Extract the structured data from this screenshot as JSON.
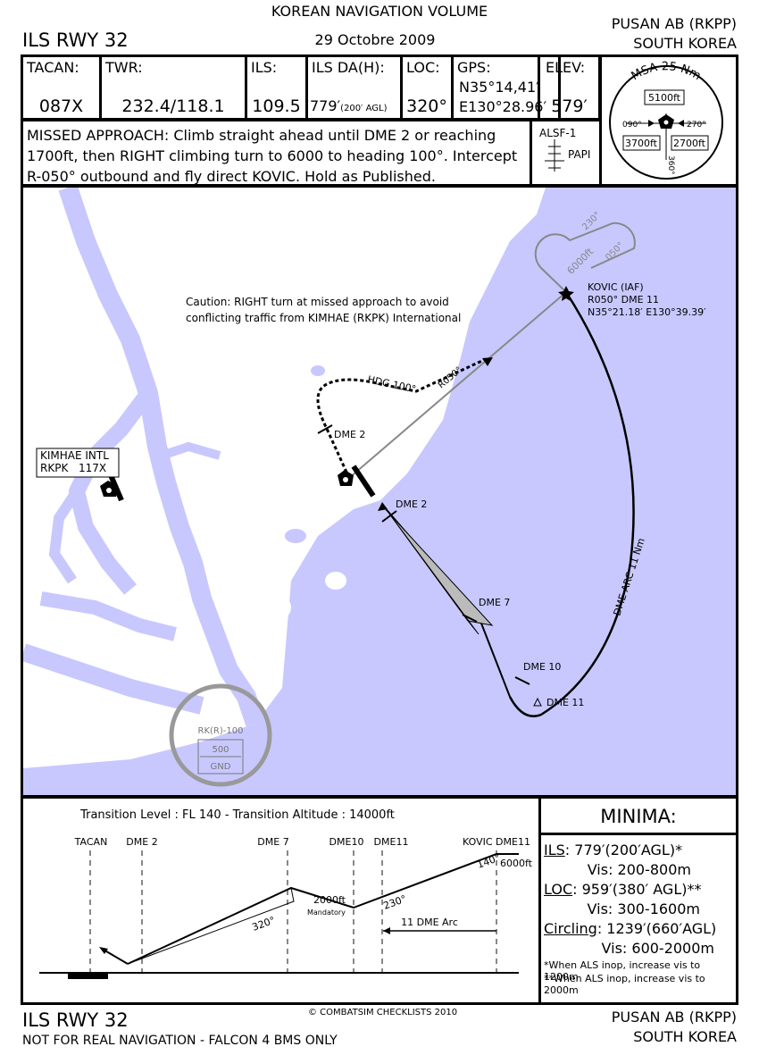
{
  "header": {
    "volume": "KOREAN NAVIGATION VOLUME",
    "procedure": "ILS RWY 32",
    "date": "29 Octobre 2009",
    "airport": "PUSAN AB (RKPP)",
    "country": "SOUTH KOREA"
  },
  "info": {
    "tacan_label": "TACAN:",
    "tacan": "087X",
    "twr_label": "TWR:",
    "twr": "232.4/118.1",
    "ils_label": "ILS:",
    "ils": "109.5",
    "da_label": "ILS DA(H):",
    "da": "779′",
    "da_agl": "(200′ AGL)",
    "loc_label": "LOC:",
    "loc": "320°",
    "gps_label": "GPS:",
    "gps_n": "N35°14,41′",
    "gps_e": "E130°28.96′",
    "elev_label": "ELEV:",
    "elev": "579′"
  },
  "msa": {
    "title": "MSA 25 Nm",
    "north": "5100ft",
    "sw": "3700ft",
    "se": "2700ft",
    "r090": "090°",
    "r270": "270°",
    "r360": "360°"
  },
  "missed": {
    "text": "MISSED APPROACH: Climb straight ahead until DME 2 or reaching 1700ft, then RIGHT climbing turn to 6000 to heading 100°. Intercept R-050° outbound and fly direct KOVIC. Hold as Published.",
    "lights": "ALSF-1",
    "papi": "PAPI"
  },
  "map": {
    "caution1": "Caution: RIGHT turn at missed approach to avoid",
    "caution2": "conflicting traffic from KIMHAE (RKPK) International",
    "kovic1": "KOVIC (IAF)",
    "kovic2": "R050° DME 11",
    "kovic3": "N35°21.18′ E130°39.39′",
    "hold_out": "050°",
    "hold_in": "230°",
    "hold_alt": "6000ft",
    "hdg": "HDG 100°",
    "r050": "R050°",
    "dme2_missed": "DME 2",
    "dme2": "DME 2",
    "dme7": "DME 7",
    "dme10": "DME 10",
    "dme11": "DME 11",
    "arc": "DME ARC 11 Nm",
    "kimhae1": "KIMHAE INTL",
    "kimhae2": "RKPK",
    "kimhae3": "117X",
    "restricted": "RK(R)-100",
    "restricted_top": "500",
    "restricted_bot": "GND"
  },
  "profile": {
    "transition": "Transition Level : FL 140  -  Transition Altitude : 14000ft",
    "tacan": "TACAN",
    "dme2": "DME 2",
    "dme7": "DME 7",
    "dme10": "DME10",
    "dme11": "DME11",
    "kovic": "KOVIC DME11",
    "alt6000": "6000ft",
    "alt2000": "2000ft",
    "mandatory": "Mandatory",
    "c140": "140°",
    "c230": "230°",
    "c320": "320°",
    "arc": "11 DME Arc"
  },
  "minima": {
    "title": "MINIMA:",
    "ils_k": "ILS",
    "ils_v": ": 779′(200′AGL)*",
    "ils_vis": "Vis: 200-800m",
    "loc_k": "LOC",
    "loc_v": ": 959′(380′ AGL)**",
    "loc_vis": "Vis: 300-1600m",
    "circ_k": "Circling",
    "circ_v": ": 1239′(660′AGL)",
    "circ_vis": "Vis: 600-2000m",
    "note1": "*When ALS inop, increase vis to 1200m",
    "note2": "**When ALS inop, increase vis to 2000m"
  },
  "footer": {
    "procedure": "ILS RWY 32",
    "disclaimer": "NOT FOR REAL NAVIGATION - FALCON 4 BMS ONLY",
    "copyright": "© COMBATSIM CHECKLISTS 2010",
    "airport": "PUSAN AB (RKPP)",
    "country": "SOUTH KOREA"
  },
  "colors": {
    "water": "#c8c8ff",
    "land": "#ffffff",
    "ink": "#000000",
    "gray": "#888888"
  }
}
